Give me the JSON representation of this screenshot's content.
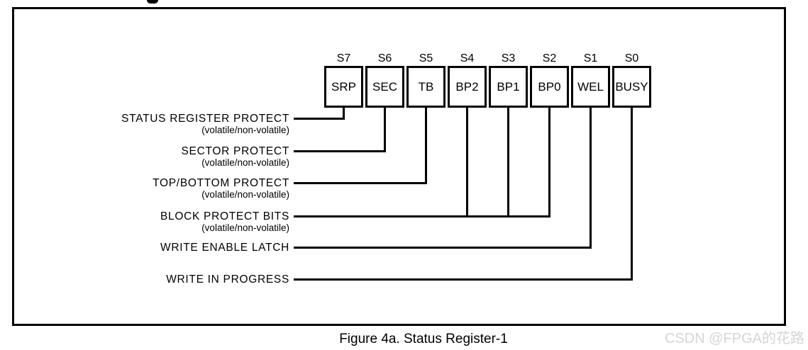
{
  "page": {
    "caption": "Figure 4a. Status Register-1",
    "watermark": "CSDN @FPGA的花路"
  },
  "register": {
    "bits": [
      {
        "position": "S7",
        "name": "SRP"
      },
      {
        "position": "S6",
        "name": "SEC"
      },
      {
        "position": "S5",
        "name": "TB"
      },
      {
        "position": "S4",
        "name": "BP2"
      },
      {
        "position": "S3",
        "name": "BP1"
      },
      {
        "position": "S2",
        "name": "BP0"
      },
      {
        "position": "S1",
        "name": "WEL"
      },
      {
        "position": "S0",
        "name": "BUSY"
      }
    ],
    "annotations": [
      {
        "label": "STATUS REGISTER PROTECT",
        "sublabel": "(volatile/non-volatile)",
        "bits": [
          "S7"
        ]
      },
      {
        "label": "SECTOR PROTECT",
        "sublabel": "(volatile/non-volatile)",
        "bits": [
          "S6"
        ]
      },
      {
        "label": "TOP/BOTTOM PROTECT",
        "sublabel": "(volatile/non-volatile)",
        "bits": [
          "S5"
        ]
      },
      {
        "label": "BLOCK PROTECT BITS",
        "sublabel": "(volatile/non-volatile)",
        "bits": [
          "S4",
          "S3",
          "S2"
        ]
      },
      {
        "label": "WRITE ENABLE LATCH",
        "sublabel": "",
        "bits": [
          "S1"
        ]
      },
      {
        "label": "WRITE IN PROGRESS",
        "sublabel": "",
        "bits": [
          "S0"
        ]
      }
    ]
  },
  "colors": {
    "line": "#000000",
    "watermark": "#d5d5d5"
  }
}
